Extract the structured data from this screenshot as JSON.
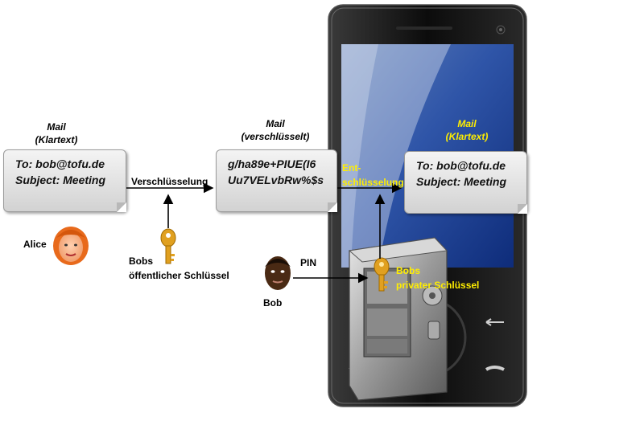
{
  "mail_plain_left": {
    "title_line1": "Mail",
    "title_line2": "(Klartext)",
    "to": "To: bob@tofu.de",
    "subject": "Subject: Meeting"
  },
  "encryption_label": "Verschlüsselung",
  "mail_encrypted": {
    "title_line1": "Mail",
    "title_line2": "(verschlüsselt)",
    "line1": "g/ha89e+PIUE(I6",
    "line2": "Uu7VELvbRw%$s"
  },
  "decryption_label_line1": "Ent-",
  "decryption_label_line2": "schlüsselung",
  "mail_plain_right": {
    "title_line1": "Mail",
    "title_line2": "(Klartext)",
    "to": "To: bob@tofu.de",
    "subject": "Subject: Meeting"
  },
  "alice_label": "Alice",
  "bob_label": "Bob",
  "public_key_label_line1": "Bobs",
  "public_key_label_line2": "öffentlicher Schlüssel",
  "pin_label": "PIN",
  "private_key_label_line1": "Bobs",
  "private_key_label_line2": "privater Schlüssel",
  "colors": {
    "highlight_text": "#ffee00",
    "key_gold": "#e0a020",
    "phone_screen": "#1a3a8a",
    "face_alice": "#f3a070",
    "hair_alice": "#e86a1c",
    "face_bob": "#4a2a14"
  }
}
